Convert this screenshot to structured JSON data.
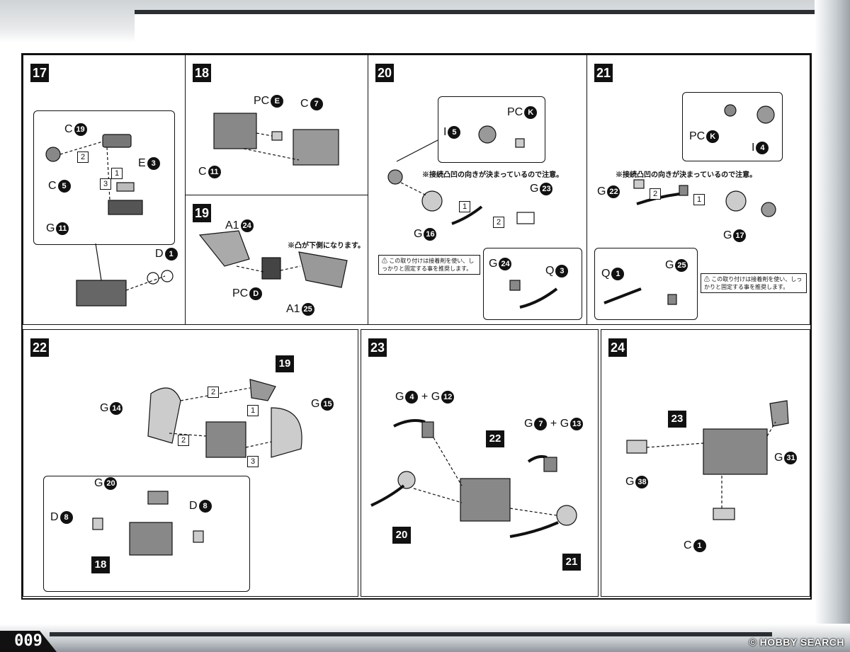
{
  "page_number": "009",
  "watermark": "© HOBBY SEARCH",
  "warn_text": "⚠ この取り付けは接着剤を使い、しっかりと固定する事を推奨します。",
  "note_direction": "※接続凸凹の向きが決まっているので注意。",
  "note_convex": "※凸が下側になります。",
  "steps": {
    "s17": {
      "num": "17",
      "labels": [
        "C",
        "19",
        "C",
        "5",
        "E",
        "3",
        "G",
        "11",
        "D",
        "1"
      ],
      "sub": [
        "1",
        "2",
        "3"
      ]
    },
    "s18": {
      "num": "18",
      "labels": [
        "PC",
        "E",
        "C",
        "7",
        "C",
        "11"
      ]
    },
    "s19": {
      "num": "19",
      "labels": [
        "A1",
        "24",
        "PC",
        "D",
        "A1",
        "25"
      ]
    },
    "s20": {
      "num": "20",
      "labels": [
        "PC",
        "K",
        "I",
        "5",
        "G",
        "23",
        "G",
        "16",
        "G",
        "24",
        "Q",
        "3"
      ],
      "sub": [
        "1",
        "2"
      ]
    },
    "s21": {
      "num": "21",
      "labels": [
        "PC",
        "K",
        "I",
        "4",
        "G",
        "22",
        "G",
        "17",
        "Q",
        "1",
        "G",
        "25"
      ],
      "sub": [
        "1",
        "2"
      ]
    },
    "s22": {
      "num": "22",
      "labels": [
        "G",
        "14",
        "G",
        "15",
        "G",
        "20",
        "D",
        "8",
        "D",
        "8"
      ],
      "boxes": [
        "19",
        "18"
      ],
      "sub": [
        "1",
        "2",
        "2",
        "3"
      ]
    },
    "s23": {
      "num": "23",
      "labels": [
        "G",
        "4",
        "+",
        "G",
        "12",
        "G",
        "7",
        "+",
        "G",
        "13"
      ],
      "boxes": [
        "22",
        "20",
        "21"
      ]
    },
    "s24": {
      "num": "24",
      "labels": [
        "G",
        "38",
        "G",
        "31",
        "C",
        "1"
      ],
      "boxes": [
        "23"
      ]
    }
  }
}
